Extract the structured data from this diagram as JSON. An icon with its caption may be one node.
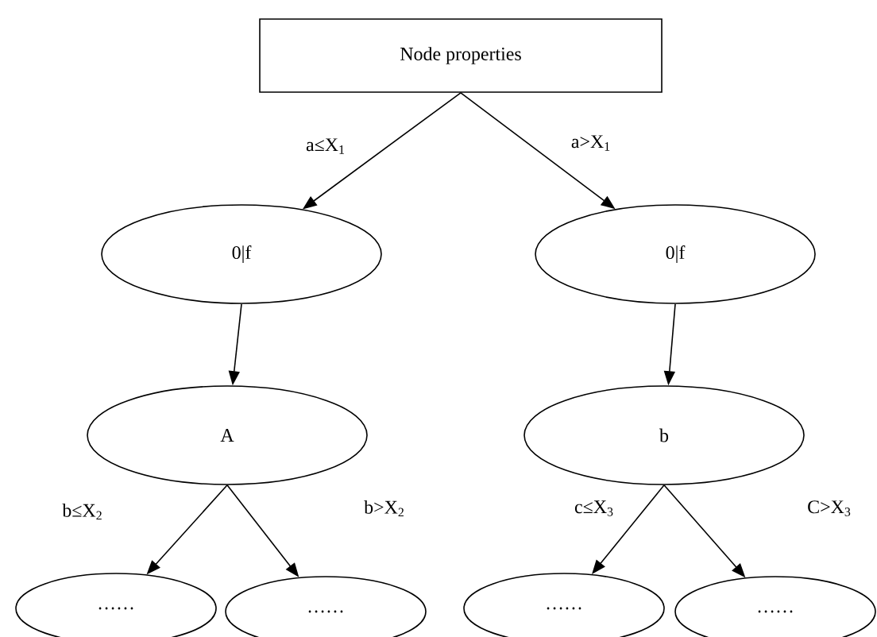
{
  "diagram": {
    "nodes": [
      {
        "text": [
          "Node properties"
        ]
      },
      {
        "text": [
          "0|f"
        ]
      },
      {
        "text": [
          "0|f"
        ]
      },
      {
        "text": [
          "A"
        ]
      },
      {
        "text": [
          "b"
        ]
      },
      {
        "text": [
          "……"
        ]
      },
      {
        "text": [
          "……"
        ]
      },
      {
        "text": [
          "……"
        ]
      },
      {
        "text": [
          "……"
        ]
      }
    ],
    "edges": [
      {
        "from": 0,
        "to": 1,
        "arrow": "to",
        "label": "a≤X$_{1}$"
      },
      {
        "from": 0,
        "to": 2,
        "arrow": "to",
        "label": "a>X$_{1}$"
      },
      {
        "from": 1,
        "to": 3,
        "arrow": "to"
      },
      {
        "from": 2,
        "to": 4,
        "arrow": "to"
      },
      {
        "from": 3,
        "to": 5,
        "arrow": "to",
        "label": "b≤X$_{2}$"
      },
      {
        "from": 3,
        "to": 6,
        "arrow": "to",
        "label": "b>X$_{2}$"
      },
      {
        "from": 4,
        "to": 7,
        "arrow": "to",
        "label": "c≤X$_{3}$"
      },
      {
        "from": 4,
        "to": 8,
        "arrow": "to",
        "label": "C>X$_{3}$"
      }
    ]
  }
}
